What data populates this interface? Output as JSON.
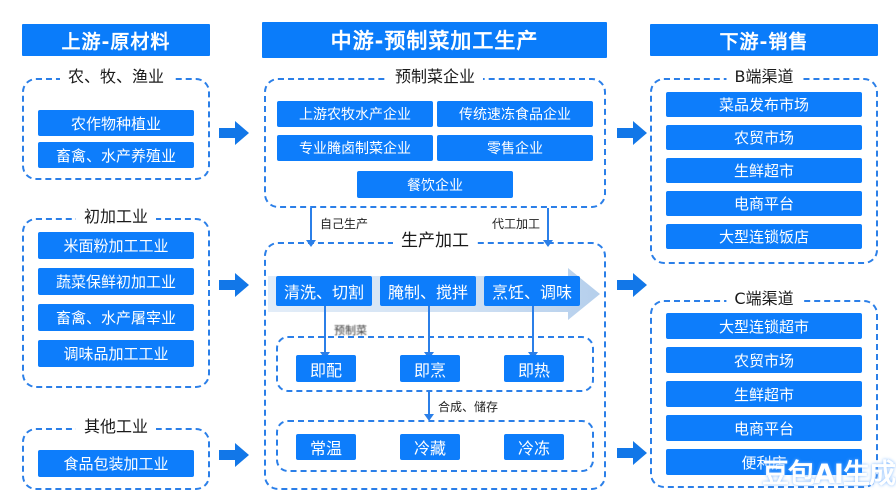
{
  "columns": {
    "upstream": {
      "header": "上游-原材料"
    },
    "midstream": {
      "header": "中游-预制菜加工生产"
    },
    "downstream": {
      "header": "下游-销售"
    }
  },
  "upstream_groups": [
    {
      "title": "农、牧、渔业",
      "items": [
        "农作物种植业",
        "畜禽、水产养殖业"
      ]
    },
    {
      "title": "初加工业",
      "items": [
        "米面粉加工工业",
        "蔬菜保鲜初加工业",
        "畜禽、水产屠宰业",
        "调味品加工工业"
      ]
    },
    {
      "title": "其他工业",
      "items": [
        "食品包装加工业"
      ]
    }
  ],
  "midstream": {
    "enterprises": {
      "title": "预制菜企业",
      "row1": [
        "上游农牧水产企业",
        "传统速冻食品企业"
      ],
      "row2": [
        "专业腌卤制菜企业",
        "零售企业"
      ],
      "row3": [
        "餐饮企业"
      ]
    },
    "connectors": {
      "left": "自己生产",
      "right": "代工加工"
    },
    "production": {
      "title": "生产加工",
      "steps": [
        "清洗、切割",
        "腌制、搅拌",
        "烹饪、调味"
      ],
      "step_label": "预制菜",
      "ready_title": "",
      "ready": [
        "即配",
        "即烹",
        "即热"
      ],
      "storage_label": "合成、储存",
      "storage": [
        "常温",
        "冷藏",
        "冷冻"
      ]
    }
  },
  "downstream_groups": [
    {
      "title": "B端渠道",
      "items": [
        "菜品发布市场",
        "农贸市场",
        "生鲜超市",
        "电商平台",
        "大型连锁饭店"
      ]
    },
    {
      "title": "C端渠道",
      "items": [
        "大型连锁超市",
        "农贸市场",
        "生鲜超市",
        "电商平台",
        "便利店"
      ]
    }
  ],
  "watermarks": {
    "bottom_right": "豆包AI生成"
  },
  "colors": {
    "primary_blue": "#0d7dfb",
    "header_blue": "#0a7cfa",
    "dash_border": "#2b7fe8",
    "band_gradient_start": "#dce9f7",
    "band_gradient_end": "#b9d4ef"
  }
}
